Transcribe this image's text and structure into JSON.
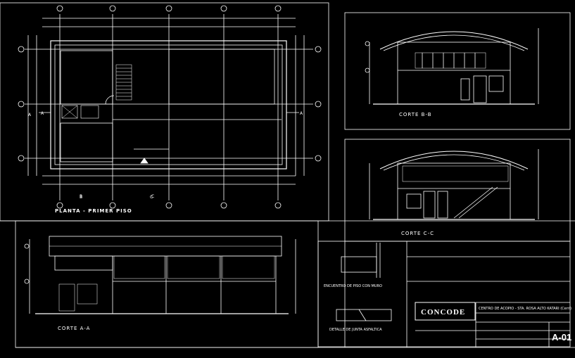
{
  "drawings": {
    "plan_title": "PLANTA - PRIMER PISO",
    "section_bb": "CORTE B-B",
    "section_cc": "CORTE C-C",
    "section_aa": "CORTE A-A",
    "detail_1": "ENCUENTRO DE PISO CON MURO",
    "detail_2": "DETALLE DE JUNTA ASFALTICA"
  },
  "plan_axes": {
    "cut_a": "A",
    "cut_b": "B",
    "cut_c": "C"
  },
  "title_block": {
    "logo": "CONCODE",
    "project": "CENTRO DE ACOPIO - STA. ROSA ALTO KATARI (Cerri)",
    "sheet": "A-01"
  },
  "colors": {
    "lines": "#ffffff",
    "background": "#000000"
  }
}
